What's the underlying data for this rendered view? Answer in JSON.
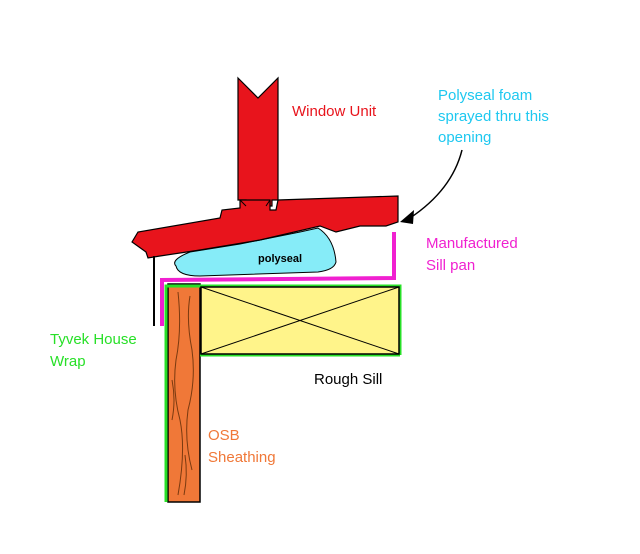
{
  "diagram": {
    "labels": {
      "window_unit": "Window Unit",
      "polyseal_note_line1": "Polyseal foam",
      "polyseal_note_line2": "sprayed thru this",
      "polyseal_note_line3": "opening",
      "sill_pan_line1": "Manufactured",
      "sill_pan_line2": "Sill pan",
      "polyseal": "polyseal",
      "tyvek_line1": "Tyvek House",
      "tyvek_line2": "Wrap",
      "rough_sill": "Rough Sill",
      "osb_line1": "OSB",
      "osb_line2": "Sheathing"
    },
    "colors": {
      "window_unit": "#e8141c",
      "polyseal_note": "#1ec8f0",
      "polyseal_foam": "#86ecf8",
      "sill_pan": "#f020d0",
      "tyvek": "#28e028",
      "rough_sill_fill": "#fff48a",
      "osb": "#f07838",
      "text_dark": "#000000"
    }
  }
}
